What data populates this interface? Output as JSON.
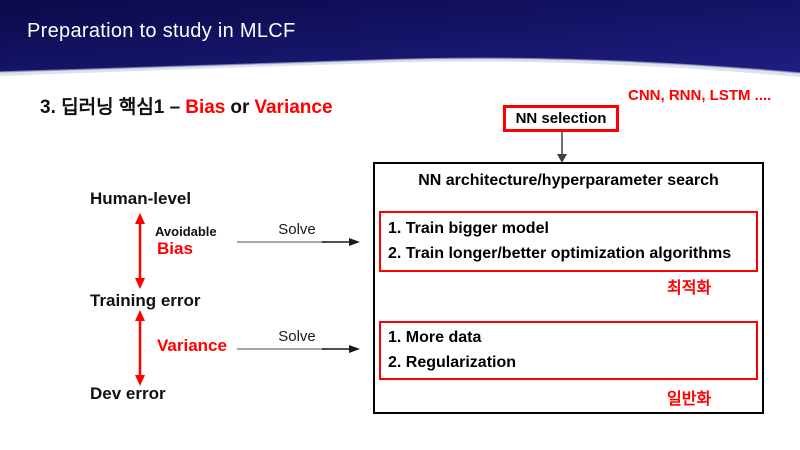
{
  "header": {
    "title": "Preparation to study in MLCF"
  },
  "heading": {
    "prefix": "3. 딥러닝 핵심1 –",
    "bias": "Bias",
    "or": "or",
    "variance": "Variance"
  },
  "notes": {
    "top_right": "CNN, RNN, LSTM ...."
  },
  "nn_selection": {
    "label": "NN selection"
  },
  "search_panel": {
    "title": "NN architecture/hyperparameter search",
    "optimization": {
      "items": [
        "1. Train bigger model",
        "2. Train longer/better optimization algorithms"
      ],
      "caption": "최적화"
    },
    "generalization": {
      "items": [
        "1. More data",
        "2. Regularization"
      ],
      "caption": "일반화"
    }
  },
  "error_ladder": {
    "human_level": "Human-level",
    "training_error": "Training error",
    "dev_error": "Dev error",
    "avoidable": "Avoidable",
    "bias": "Bias",
    "variance": "Variance",
    "solve_bias": "Solve",
    "solve_variance": "Solve"
  },
  "colors": {
    "header_navy_dark": "#0a0a4a",
    "header_navy_light": "#1e1e82",
    "accent_red": "#ff0000",
    "panel_border": "#000000",
    "arrow_gray": "#404040"
  }
}
